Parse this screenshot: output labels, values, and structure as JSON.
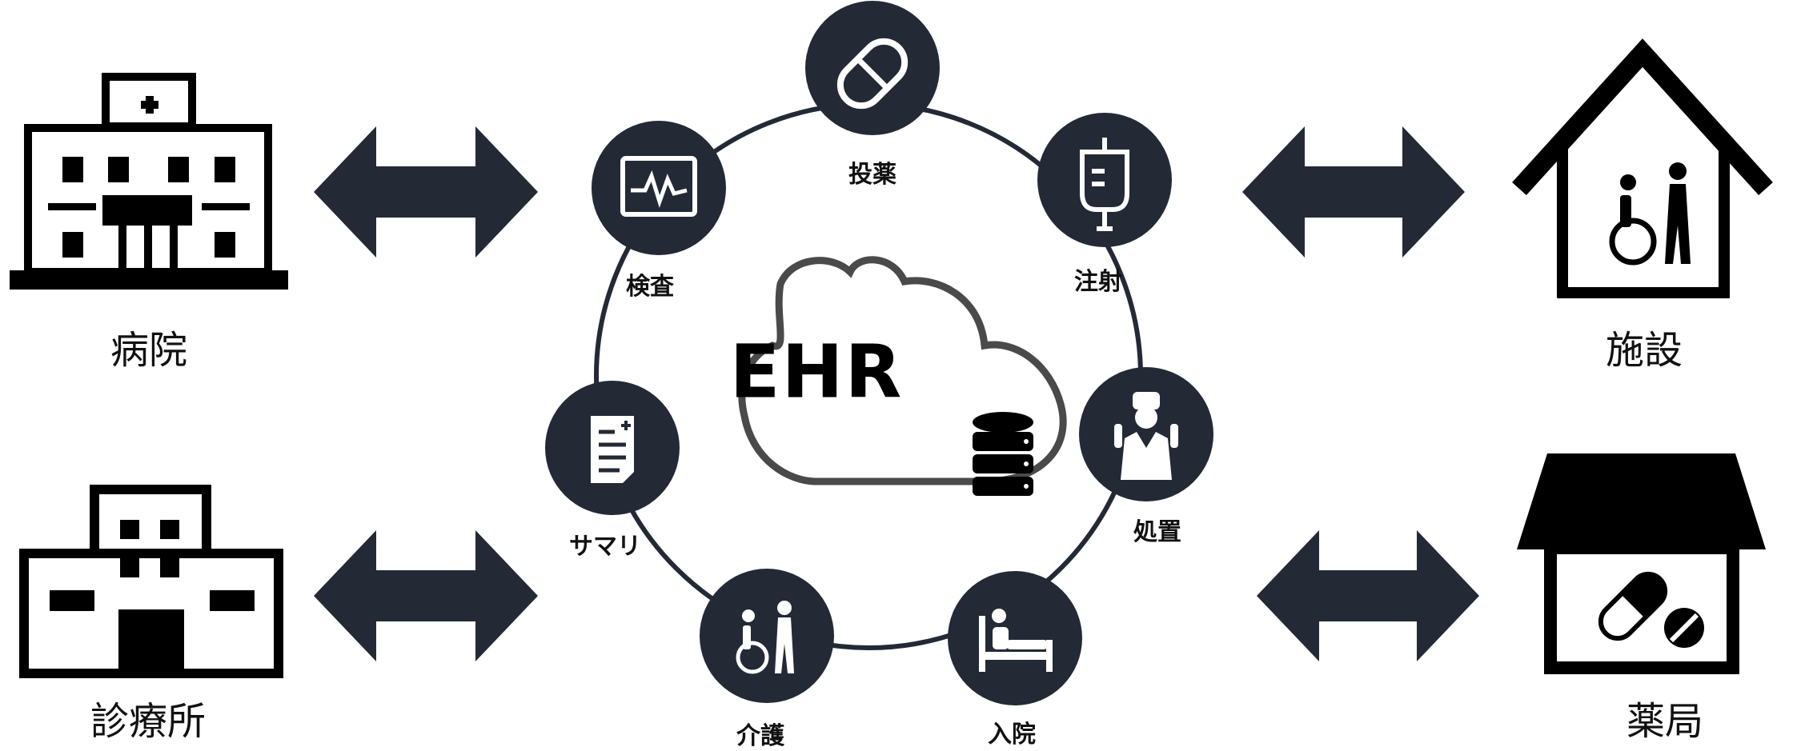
{
  "center": {
    "label": "EHR",
    "icons": [
      "cloud-icon",
      "database-icon"
    ]
  },
  "left_facilities": [
    {
      "label": "病院",
      "icon": "hospital-icon"
    },
    {
      "label": "診療所",
      "icon": "clinic-icon"
    }
  ],
  "right_facilities": [
    {
      "label": "施設",
      "icon": "care-facility-icon"
    },
    {
      "label": "薬局",
      "icon": "pharmacy-icon"
    }
  ],
  "ring_items": [
    {
      "label": "投薬",
      "icon": "pill-icon"
    },
    {
      "label": "注射",
      "icon": "iv-drip-icon"
    },
    {
      "label": "処置",
      "icon": "surgeon-icon"
    },
    {
      "label": "入院",
      "icon": "hospital-bed-icon"
    },
    {
      "label": "介護",
      "icon": "wheelchair-care-icon"
    },
    {
      "label": "サマリ",
      "icon": "document-icon"
    },
    {
      "label": "検査",
      "icon": "monitor-icon"
    }
  ],
  "connectors": [
    "double-arrow-icon",
    "double-arrow-icon",
    "double-arrow-icon",
    "double-arrow-icon"
  ],
  "colors": {
    "icon_fill": "#232a36",
    "ring_stroke": "#232a36",
    "cloud_stroke": "#4a4a4a",
    "text": "#111111"
  }
}
